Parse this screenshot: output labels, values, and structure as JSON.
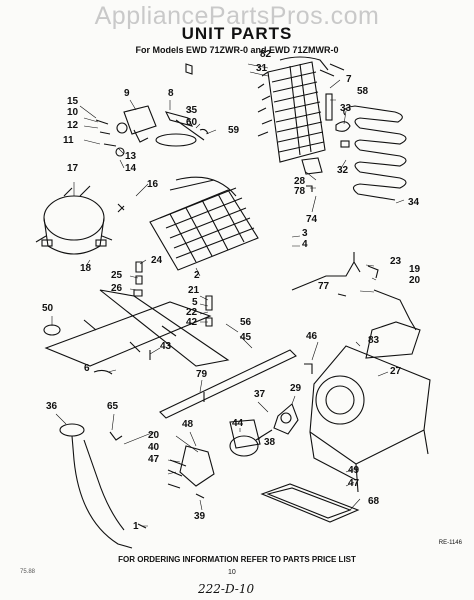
{
  "watermark": "AppliancePartsPros.com",
  "title": "UNIT PARTS",
  "subtitle": "For Models EWD 71ZWR-0 and EWD 71ZMWR-0",
  "footer": "FOR ORDERING INFORMATION REFER TO PARTS PRICE LIST",
  "figure_ref": "RE-1146",
  "page_number": "10",
  "handwritten_note": "222-D-10",
  "corner_mark": "75.88",
  "callouts": [
    "82",
    "7",
    "31",
    "58",
    "33",
    "34",
    "28",
    "78",
    "32",
    "74",
    "9",
    "8",
    "15",
    "10",
    "12",
    "11",
    "13",
    "14",
    "17",
    "16",
    "35",
    "60",
    "59",
    "3",
    "4",
    "23",
    "19",
    "20",
    "77",
    "24",
    "25",
    "26",
    "18",
    "2",
    "21",
    "5",
    "22",
    "42",
    "56",
    "50",
    "43",
    "6",
    "45",
    "46",
    "83",
    "27",
    "79",
    "36",
    "65",
    "37",
    "29",
    "48",
    "44",
    "38",
    "20",
    "40",
    "47",
    "49",
    "47",
    "39",
    "1",
    "68"
  ]
}
